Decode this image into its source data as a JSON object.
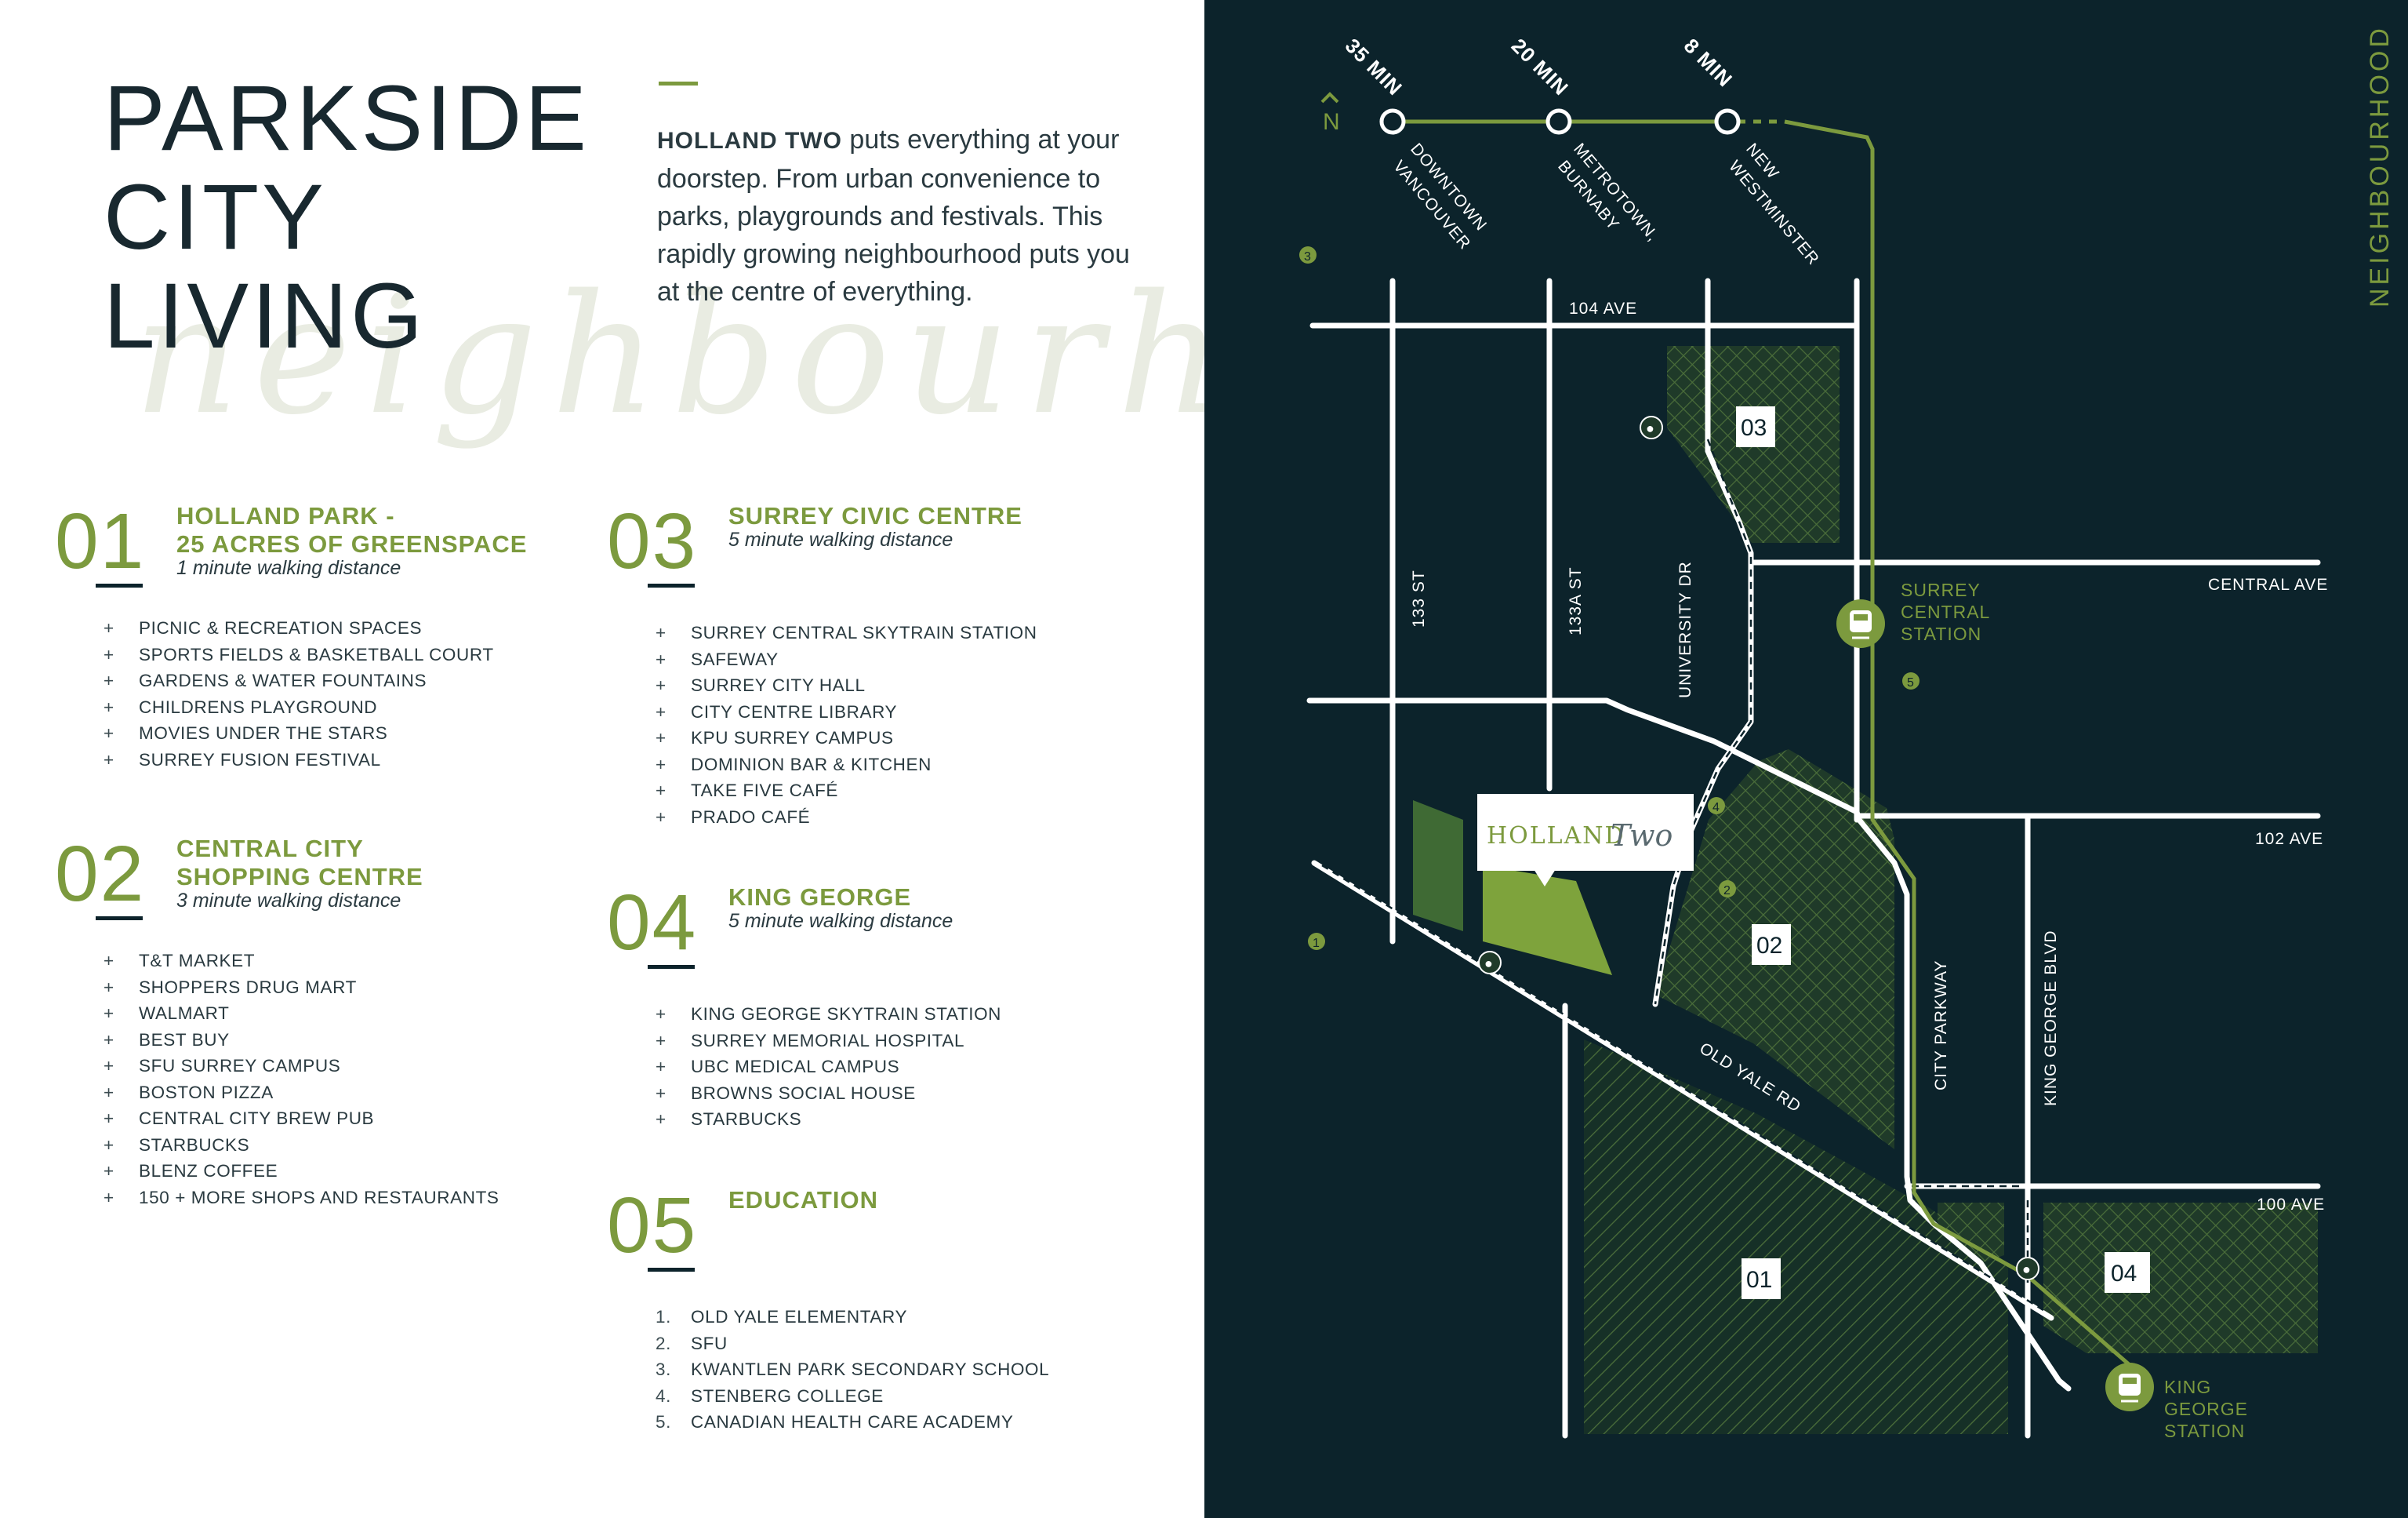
{
  "title": {
    "line1": "PARKSIDE",
    "line2": "CITY",
    "line3": "LIVING"
  },
  "script_word": "neighbourhood",
  "intro": {
    "brand": "HOLLAND TWO",
    "text": "puts everything at your doorstep. From urban convenience to parks, playgrounds and festivals. This rapidly growing neighbourhood puts you at the centre of everything."
  },
  "sections": [
    {
      "num": "01",
      "title1": "HOLLAND PARK -",
      "title2": "25 ACRES OF GREENSPACE",
      "sub": "1 minute walking distance",
      "marker": "+",
      "items": [
        "PICNIC & RECREATION SPACES",
        "SPORTS FIELDS & BASKETBALL COURT",
        "GARDENS & WATER FOUNTAINS",
        "CHILDRENS PLAYGROUND",
        "MOVIES UNDER THE STARS",
        "SURREY FUSION FESTIVAL"
      ]
    },
    {
      "num": "02",
      "title1": "CENTRAL CITY",
      "title2": "SHOPPING CENTRE",
      "sub": "3 minute walking distance",
      "marker": "+",
      "items": [
        "T&T MARKET",
        "SHOPPERS DRUG MART",
        "WALMART",
        "BEST BUY",
        "SFU SURREY CAMPUS",
        "BOSTON PIZZA",
        "CENTRAL CITY  BREW PUB",
        "STARBUCKS",
        "BLENZ COFFEE",
        "150 + MORE SHOPS AND RESTAURANTS"
      ]
    },
    {
      "num": "03",
      "title1": "SURREY CIVIC CENTRE",
      "title2": "",
      "sub": "5 minute walking distance",
      "marker": "+",
      "items": [
        "SURREY CENTRAL SKYTRAIN STATION",
        "SAFEWAY",
        "SURREY CITY HALL",
        "CITY CENTRE LIBRARY",
        "KPU SURREY CAMPUS",
        "DOMINION BAR & KITCHEN",
        "TAKE FIVE CAFÉ",
        "PRADO CAFÉ"
      ]
    },
    {
      "num": "04",
      "title1": "KING GEORGE",
      "title2": "",
      "sub": "5 minute walking distance",
      "marker": "+",
      "items": [
        "KING GEORGE SKYTRAIN STATION",
        "SURREY MEMORIAL HOSPITAL",
        "UBC MEDICAL CAMPUS",
        "BROWNS SOCIAL HOUSE",
        "STARBUCKS"
      ]
    },
    {
      "num": "05",
      "title1": "EDUCATION",
      "title2": "",
      "sub": "",
      "marker": "",
      "items": [
        "OLD YALE ELEMENTARY",
        "SFU",
        "KWANTLEN PARK SECONDARY SCHOOL",
        "STENBERG COLLEGE",
        "CANADIAN HEALTH CARE ACADEMY"
      ],
      "item_markers": [
        "1.",
        "2.",
        "3.",
        "4.",
        "5."
      ]
    }
  ],
  "map": {
    "vertical_label": "NEIGHBOURHOOD",
    "north": "N",
    "transit": [
      {
        "time": "35 MIN",
        "dest1": "DOWNTOWN",
        "dest2": "VANCOUVER"
      },
      {
        "time": "20 MIN",
        "dest1": "METROTOWN,",
        "dest2": "BURNABY"
      },
      {
        "time": "8 MIN",
        "dest1": "NEW",
        "dest2": "WESTMINSTER"
      }
    ],
    "streets": {
      "ave104": "104 AVE",
      "central": "CENTRAL AVE",
      "ave102": "102 AVE",
      "ave100": "100 AVE",
      "st133": "133 ST",
      "st133a": "133A ST",
      "university": "UNIVERSITY DR",
      "city_parkway": "CITY PARKWAY",
      "kg_blvd": "KING GEORGE BLVD",
      "old_yale": "OLD YALE RD"
    },
    "stations": {
      "surrey1": "SURREY",
      "surrey2": "CENTRAL",
      "surrey3": "STATION",
      "kg1": "KING",
      "kg2": "GEORGE",
      "kg3": "STATION"
    },
    "zones": [
      "03",
      "02",
      "01",
      "04"
    ],
    "schools": [
      "1",
      "2",
      "3",
      "4",
      "5"
    ],
    "logo": {
      "word1": "HOLLAND",
      "word2": "Two"
    },
    "colors": {
      "background": "#0c232b",
      "accent": "#7c9a3e",
      "park": "#2c4a2f",
      "site": "#7ea33c"
    }
  }
}
